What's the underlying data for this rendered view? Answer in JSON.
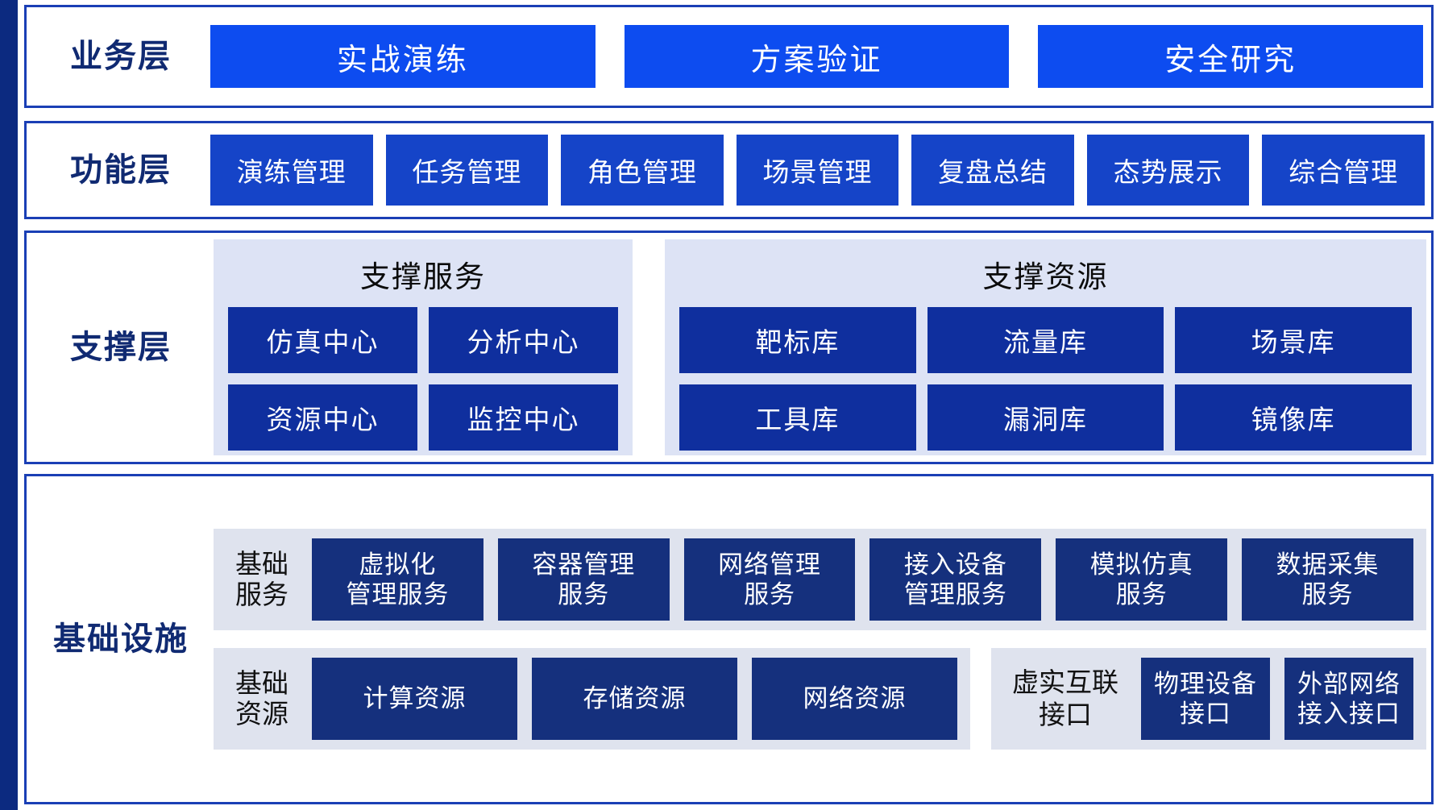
{
  "colors": {
    "spine": "#0c2a80",
    "card_border": "#1a3fb5",
    "business_box": "#0d4cf0",
    "function_box": "#1544c8",
    "support_box": "#0f2f9e",
    "support_panel": "#dde3f5",
    "infra_box": "#15307d",
    "infra_panel": "#dfe3ee",
    "label_text": "#102a72"
  },
  "layers": {
    "business": {
      "label": "业务层",
      "items": [
        "实战演练",
        "方案验证",
        "安全研究"
      ]
    },
    "function": {
      "label": "功能层",
      "items": [
        "演练管理",
        "任务管理",
        "角色管理",
        "场景管理",
        "复盘总结",
        "态势展示",
        "综合管理"
      ]
    },
    "support": {
      "label": "支撑层",
      "groups": [
        {
          "title": "支撑服务",
          "items": [
            "仿真中心",
            "分析中心",
            "资源中心",
            "监控中心"
          ]
        },
        {
          "title": "支撑资源",
          "items": [
            "靶标库",
            "流量库",
            "场景库",
            "工具库",
            "漏洞库",
            "镜像库"
          ]
        }
      ]
    },
    "infrastructure": {
      "label": "基础设施",
      "rows": [
        {
          "side_label": "基础\n服务",
          "items": [
            "虚拟化\n管理服务",
            "容器管理\n服务",
            "网络管理\n服务",
            "接入设备\n管理服务",
            "模拟仿真\n服务",
            "数据采集\n服务"
          ]
        },
        {
          "side_label": "基础\n资源",
          "items": [
            "计算资源",
            "存储资源",
            "网络资源"
          ],
          "right_panel": {
            "plain_label": "虚实互联\n接口",
            "items": [
              "物理设备\n接口",
              "外部网络\n接入接口"
            ]
          }
        }
      ]
    }
  }
}
